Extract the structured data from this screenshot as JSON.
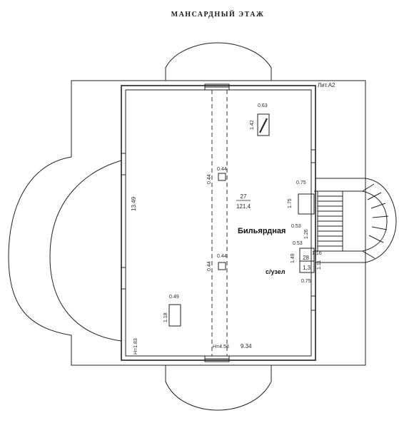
{
  "title": "МАНСАРДНЫЙ ЭТАЖ",
  "lit": "Лит.А2",
  "room": {
    "number": "27",
    "area": "121,4",
    "name": "Бильярдная",
    "length": "13.49",
    "width": "9.34",
    "height_left": "H=1.83",
    "height_center": "H=4.58"
  },
  "wc": {
    "number": "28",
    "area": "1,3",
    "name": "с/узел",
    "width": "1.16",
    "length": "1.11",
    "side": "1.49"
  },
  "columns": [
    {
      "label_w": "0.44",
      "label_h": "0.44"
    },
    {
      "label_w": "0.44",
      "label_h": "0.44"
    }
  ],
  "chimney": {
    "w": "0.63",
    "h": "1.42"
  },
  "hatch": {
    "w": "0.49",
    "h": "1.18"
  },
  "stair_dims": {
    "top": "0.75",
    "opening": "1.75",
    "a": "0.53",
    "b": "1.26",
    "c": "0.53",
    "bottom": "0.75"
  }
}
